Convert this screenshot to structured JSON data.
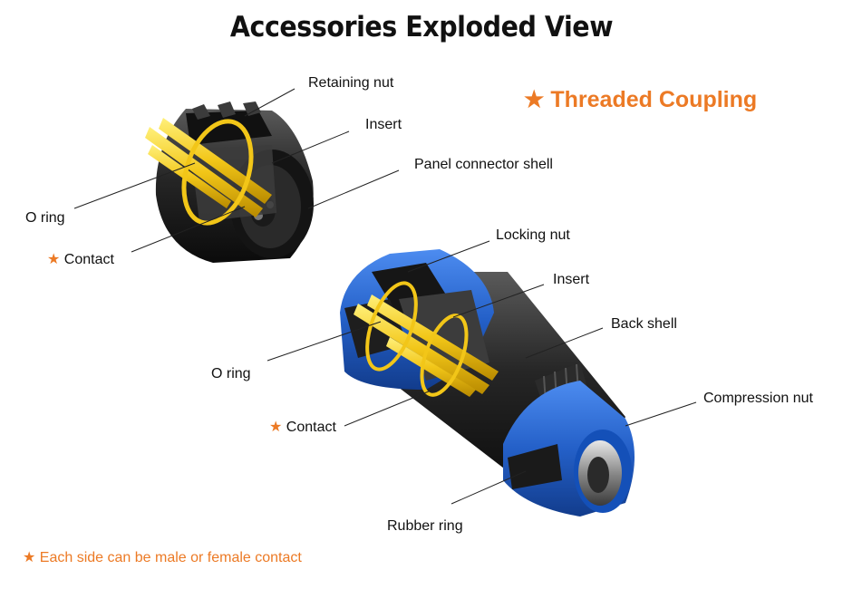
{
  "title": "Accessories Exploded View",
  "coupling_label": "Threaded Coupling",
  "star_glyph": "★",
  "upper_connector": {
    "retaining_nut": "Retaining nut",
    "insert": "Insert",
    "panel_connector_shell": "Panel connector shell",
    "o_ring": "O ring",
    "contact": "Contact"
  },
  "lower_connector": {
    "locking_nut": "Locking nut",
    "insert": "Insert",
    "back_shell": "Back shell",
    "compression_nut": "Compression nut",
    "o_ring": "O ring",
    "contact": "Contact",
    "rubber_ring": "Rubber ring"
  },
  "footnote": "Each side can be male or female contact",
  "colors": {
    "accent_orange": "#ec7a25",
    "connector_blue": "#2d6fd6",
    "shell_black": "#1c1c1c",
    "contact_gold": "#f2c618",
    "text": "#111111"
  }
}
